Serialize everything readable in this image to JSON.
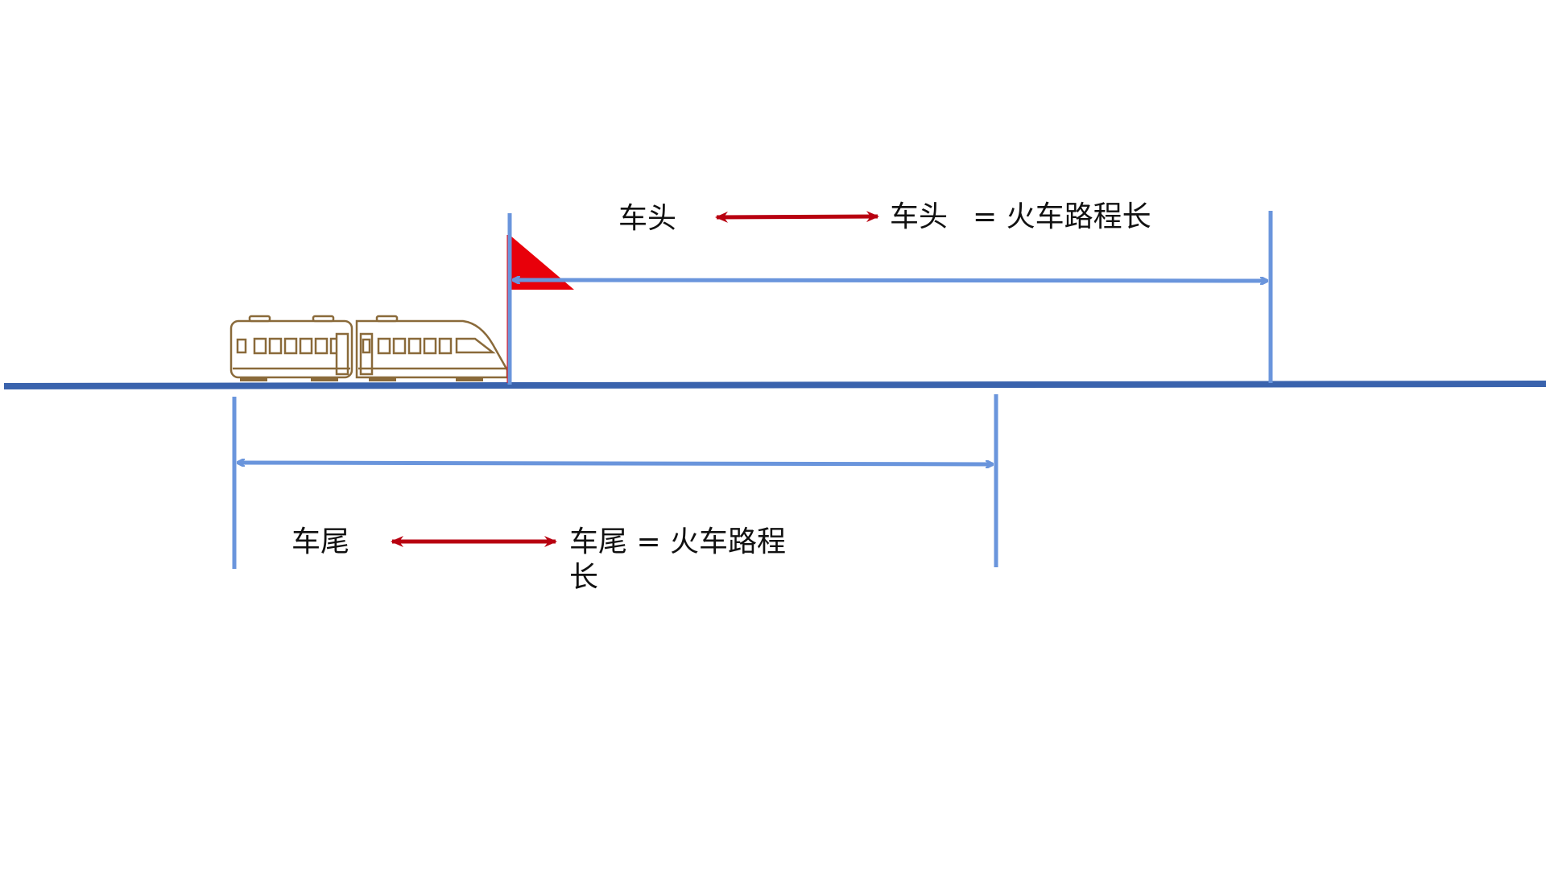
{
  "colors": {
    "track": "#3a63ad",
    "measure": "#6a95dc",
    "arrow_red": "#b80010",
    "flag": "#e8000a",
    "train_outline": "#8a6a3a"
  },
  "labels": {
    "top_left": "车头",
    "top_right": "车头",
    "top_equation": "= 火车路程长",
    "bottom_left": "车尾",
    "bottom_right": "车尾",
    "bottom_equation": "= 火车路程长"
  },
  "icons": {
    "train": "train-icon",
    "flag": "flag-icon"
  }
}
